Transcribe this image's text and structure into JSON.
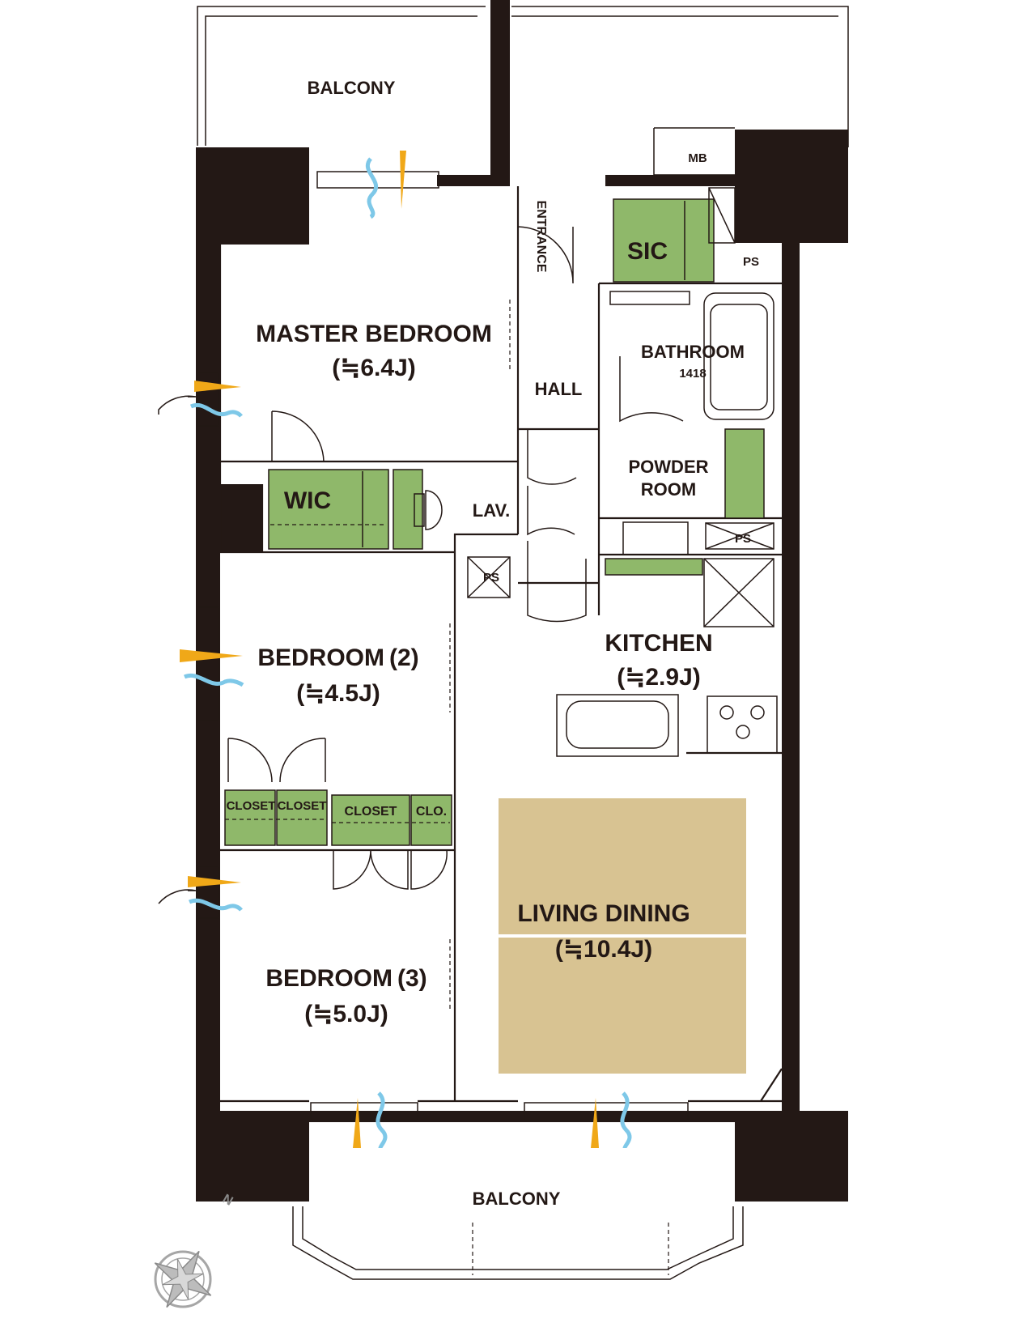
{
  "rooms": {
    "balcony_top": "BALCONY",
    "balcony_bottom": "BALCONY",
    "master_bedroom": {
      "name": "MASTER BEDROOM",
      "size": "(≒6.4J)"
    },
    "bedroom2": {
      "name": "BEDROOM (2)",
      "size": "(≒4.5J)"
    },
    "bedroom3": {
      "name": "BEDROOM (3)",
      "size": "(≒5.0J)"
    },
    "kitchen": {
      "name": "KITCHEN",
      "size": "(≒2.9J)"
    },
    "living_dining": {
      "name": "LIVING DINING",
      "size": "(≒10.4J)"
    },
    "entrance": "ENTRANCE",
    "hall": "HALL",
    "bathroom": {
      "name": "BATHROOM",
      "code": "1418"
    },
    "powder_room": {
      "line1": "POWDER",
      "line2": "ROOM"
    },
    "lav": "LAV.",
    "mb": "MB",
    "sic": "SIC",
    "wic": "WIC",
    "ps_labels": [
      "PS",
      "PS",
      "PS"
    ],
    "closets": [
      "CLOSET",
      "CLOSET",
      "CLOSET",
      "CLO."
    ]
  },
  "compass": {
    "north_label": "N",
    "icon": "compass-rose-icon"
  },
  "colors": {
    "wall": "#231815",
    "storage": "#8fb86a",
    "living_floor": "#d8c392",
    "airflow_warm": "#f0a818",
    "airflow_cool": "#7ec8e8"
  }
}
